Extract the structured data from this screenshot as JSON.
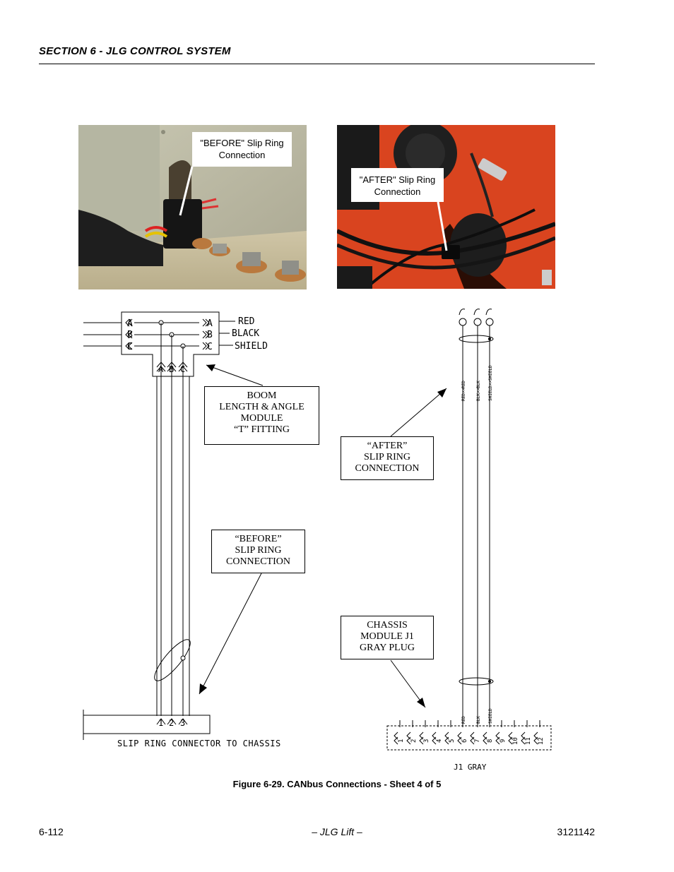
{
  "header": {
    "section_title": "SECTION 6 - JLG CONTROL SYSTEM"
  },
  "photos": {
    "before": {
      "callout": "\"BEFORE\" Slip Ring\nConnection"
    },
    "after": {
      "callout": "\"AFTER\" Slip Ring\nConnection"
    }
  },
  "left_diagram": {
    "pin_labels_left": [
      "A",
      "B",
      "C"
    ],
    "pin_labels_right": [
      "A",
      "B",
      "C"
    ],
    "pin_labels_bottom": [
      "A",
      "B",
      "C"
    ],
    "wire_labels": [
      "RED",
      "BLACK",
      "SHIELD"
    ],
    "connector_pins": [
      "1",
      "2",
      "3"
    ],
    "connector_label": "SLIP RING CONNECTOR TO CHASSIS"
  },
  "boxes": {
    "boom_module": "BOOM\nLENGTH & ANGLE\nMODULE\n“T” FITTING",
    "after_connection": "“AFTER”\nSLIP RING\nCONNECTION",
    "before_connection": "“BEFORE”\nSLIP RING\nCONNECTION",
    "chassis_module": "CHASSIS\nMODULE J1\nGRAY PLUG"
  },
  "right_diagram": {
    "wire_labels_vertical": [
      "RED>>RED",
      "BLK>>BLK",
      "SHIELD>>SHIELD"
    ],
    "wire_labels_lower": [
      "RED",
      "BLK",
      "SHIELD"
    ],
    "plug_pins": [
      "1",
      "2",
      "3",
      "4",
      "5",
      "6",
      "7",
      "8",
      "9",
      "10",
      "11",
      "12"
    ],
    "plug_label": "J1 GRAY"
  },
  "figure_caption": "Figure 6-29.  CANbus Connections - Sheet 4 of 5",
  "footer": {
    "page_number": "6-112",
    "center": "– JLG Lift –",
    "doc_number": "3121142"
  }
}
